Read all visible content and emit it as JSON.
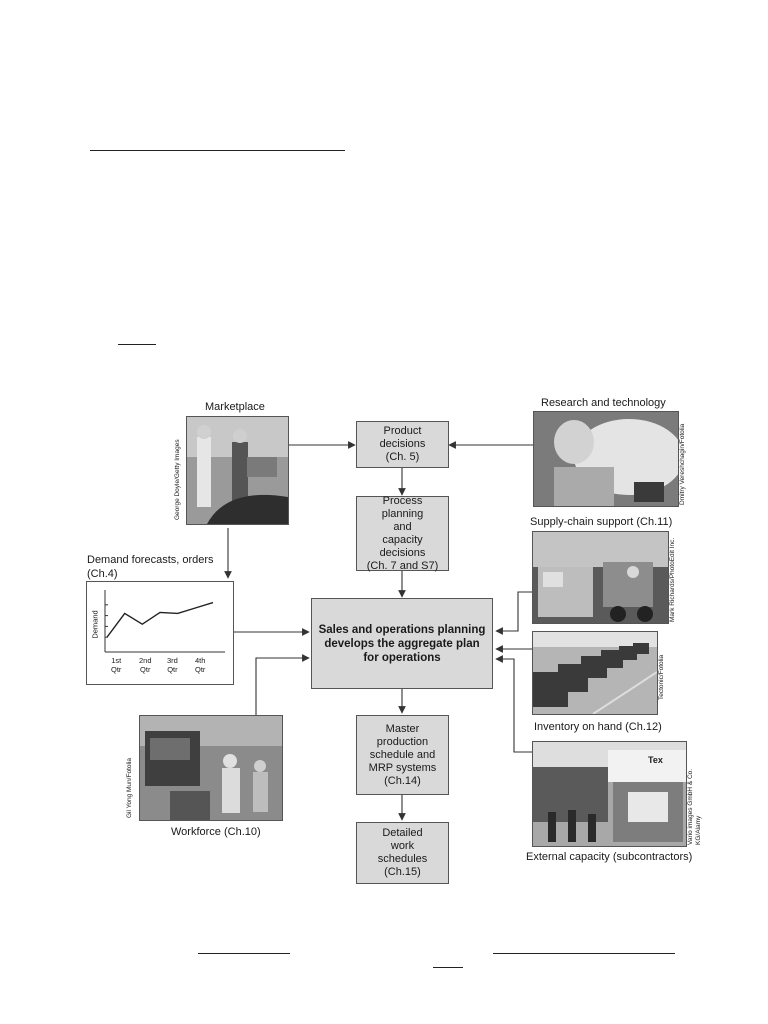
{
  "diagram": {
    "boxes": {
      "product": "Product\ndecisions\n(Ch. 5)",
      "process": "Process planning\nand\ncapacity\ndecisions\n(Ch. 7 and S7)",
      "sop": "Sales and operations planning\ndevelops the aggregate plan\nfor operations",
      "master": "Master\nproduction\nschedule and\nMRP systems\n(Ch.14)",
      "detailed": "Detailed\nwork\nschedules\n(Ch.15)"
    },
    "labels": {
      "marketplace": "Marketplace",
      "research": "Research and technology",
      "supply_chain": "Supply-chain support (Ch.11)",
      "demand": "Demand forecasts, orders\n(Ch.4)",
      "inventory": "Inventory on hand (Ch.12)",
      "workforce": "Workforce (Ch.10)",
      "external": "External capacity (subcontractors)"
    },
    "credits": {
      "marketplace": "George Doyle/Getty Images",
      "research": "Dmitry Vereshchagin/Fotolia",
      "supply_chain": "Mark Richards/PhotoEdit Inc.",
      "inventory": "Tectonic/Fotolia",
      "workforce": "Gil Yong Mun/Fotolia",
      "external": "Vario images GmbH & Co. KG/Alamy"
    },
    "demand_chart": {
      "ylabel": "Demand",
      "categories": [
        "1st\nQtr",
        "2nd\nQtr",
        "3rd\nQtr",
        "4th\nQtr"
      ],
      "values": [
        1,
        3.2,
        2.2,
        3.3,
        3.2,
        3.7,
        4.2
      ]
    },
    "store_sign": "Tex"
  }
}
